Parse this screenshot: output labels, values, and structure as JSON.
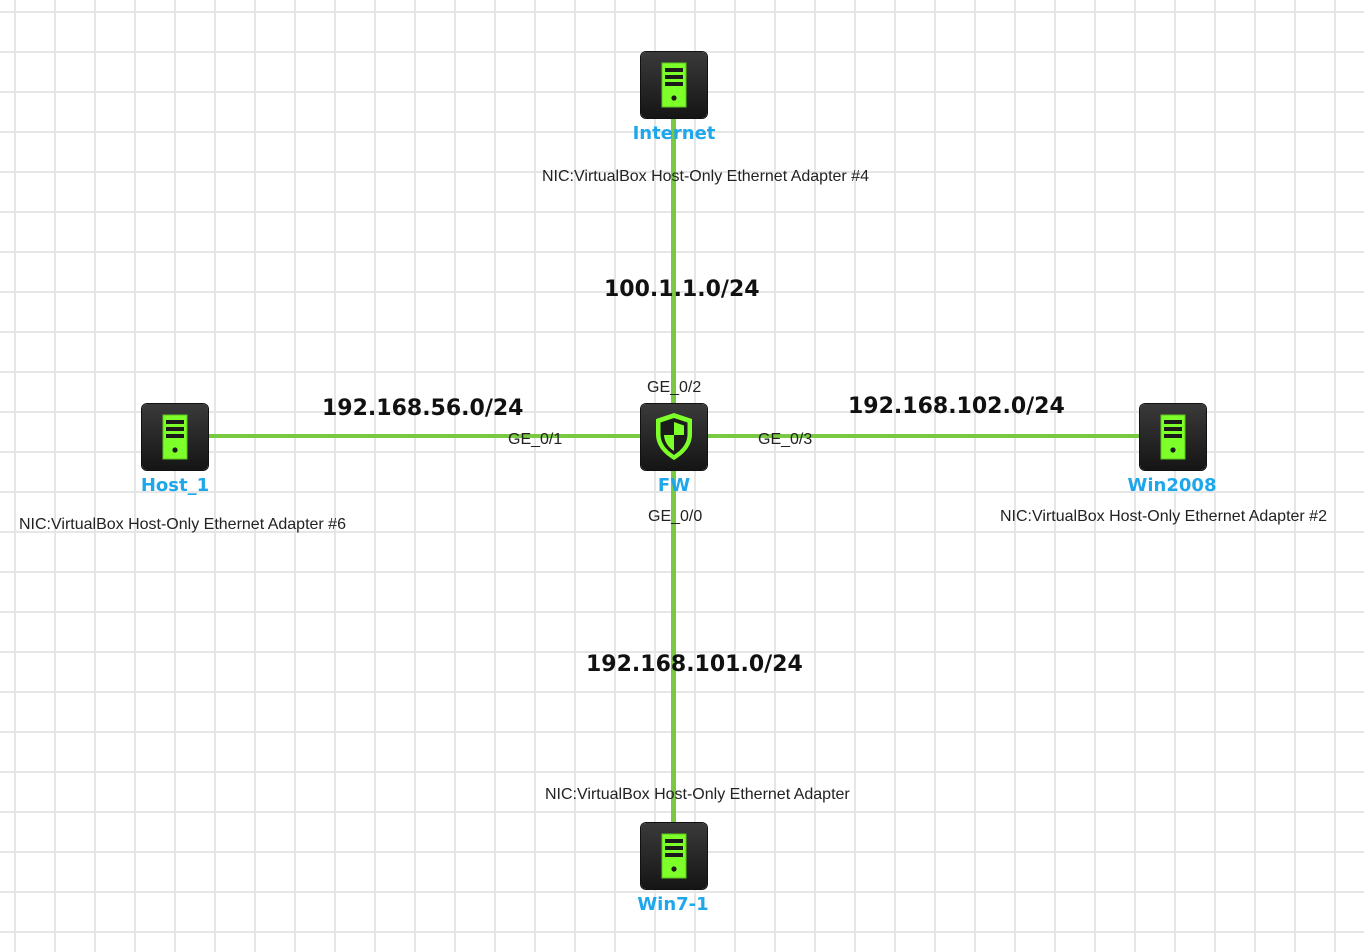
{
  "devices": {
    "internet": {
      "name": "Internet",
      "icon": "server-icon",
      "nic": "NIC:VirtualBox Host-Only Ethernet Adapter #4"
    },
    "host1": {
      "name": "Host_1",
      "icon": "server-icon",
      "nic": "NIC:VirtualBox Host-Only Ethernet Adapter #6"
    },
    "fw": {
      "name": "FW",
      "icon": "firewall-shield-icon"
    },
    "win2008": {
      "name": "Win2008",
      "icon": "server-icon",
      "nic": "NIC:VirtualBox Host-Only Ethernet Adapter #2"
    },
    "win7": {
      "name": "Win7-1",
      "icon": "server-icon",
      "nic": "NIC:VirtualBox Host-Only Ethernet Adapter"
    }
  },
  "subnets": {
    "internet": "100.1.1.0/24",
    "host1": "192.168.56.0/24",
    "win2008": "192.168.102.0/24",
    "win7": "192.168.101.0/24"
  },
  "ports": {
    "ge00": "GE_0/0",
    "ge01": "GE_0/1",
    "ge02": "GE_0/2",
    "ge03": "GE_0/3"
  },
  "colors": {
    "link": "#7ac943",
    "device_name": "#1ea7ea",
    "icon_accent": "#7dff2a",
    "device_body": "#1c1c1c"
  }
}
